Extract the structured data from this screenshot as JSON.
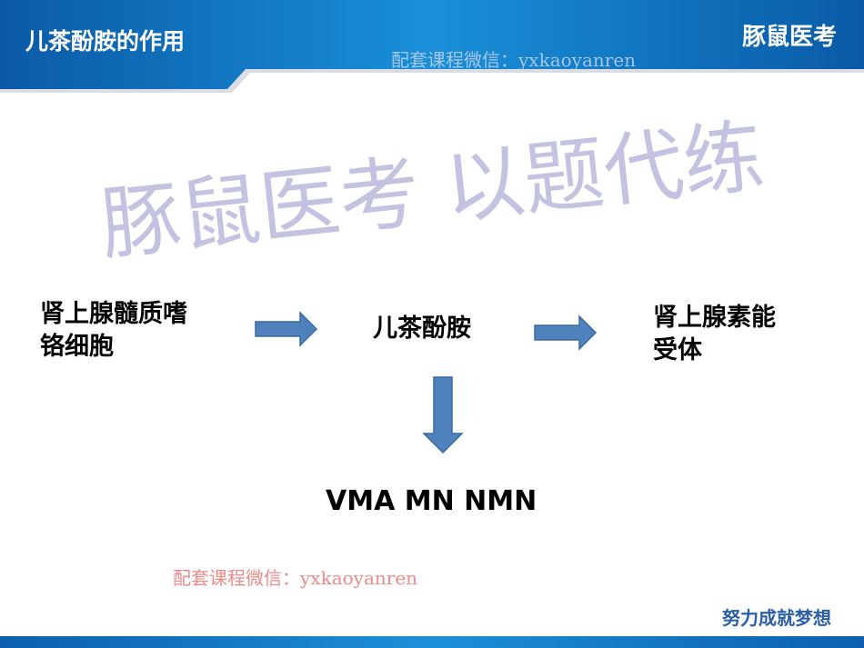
{
  "header": {
    "title": "儿茶酚胺的作用",
    "brand": "豚鼠医考"
  },
  "watermarks": {
    "top": "配套课程微信：yxkaoyanren",
    "bottom": "配套课程微信：yxkaoyanren",
    "diagonal": "豚鼠医考 以题代练"
  },
  "diagram": {
    "source": "肾上腺髓质嗜铬细胞",
    "source_line1": "肾上腺髓质嗜",
    "source_line2": "铬细胞",
    "center": "儿茶酚胺",
    "target_line1": "肾上腺素能",
    "target_line2": "受体",
    "metabolites": "VMA MN NMN",
    "arrow_color": "#4a7ebb"
  },
  "footer": {
    "slogan": "努力成就梦想"
  }
}
